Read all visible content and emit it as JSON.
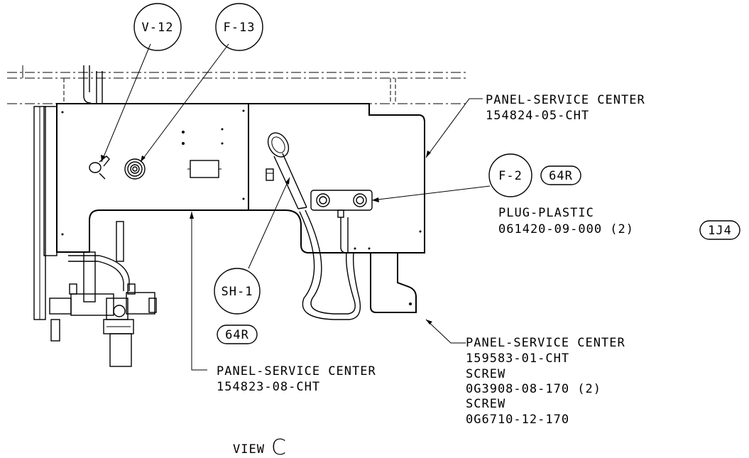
{
  "balloons": {
    "v12": "V-12",
    "f13": "F-13",
    "f2": "F-2",
    "f2_ref": "64R",
    "sh1": "SH-1",
    "sh1_ref": "64R",
    "plug_ref": "1J4"
  },
  "callouts": {
    "panel_top": {
      "name": "PANEL-SERVICE CENTER",
      "part": "154824-05-CHT"
    },
    "plug": {
      "name": "PLUG-PLASTIC",
      "part": "061420-09-000 (2)"
    },
    "panel_right": {
      "name": "PANEL-SERVICE CENTER",
      "part": "159583-01-CHT",
      "screw1": "SCREW",
      "screw1_part": "0G3908-08-170 (2)",
      "screw2": "SCREW",
      "screw2_part": "0G6710-12-170"
    },
    "panel_left": {
      "name": "PANEL-SERVICE CENTER",
      "part": "154823-08-CHT"
    }
  },
  "view": {
    "label": "VIEW",
    "letter": "C"
  }
}
